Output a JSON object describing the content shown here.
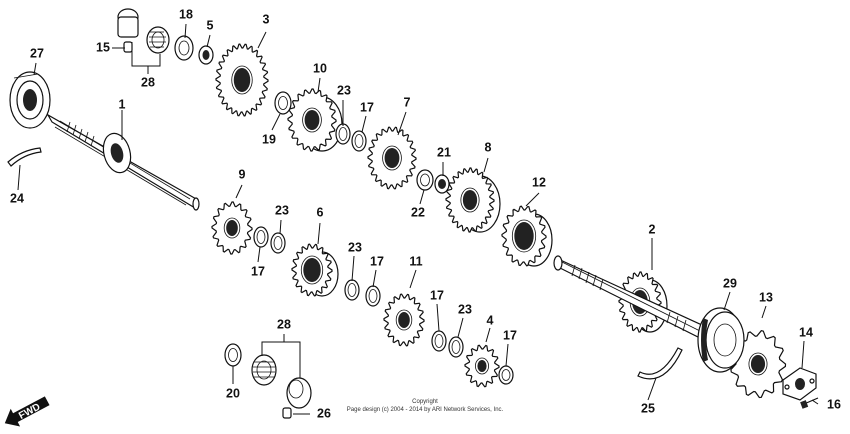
{
  "labels": {
    "p1": "1",
    "p2": "2",
    "p3": "3",
    "p4": "4",
    "p5": "5",
    "p6": "6",
    "p7": "7",
    "p8": "8",
    "p9": "9",
    "p10": "10",
    "p11": "11",
    "p12": "12",
    "p13": "13",
    "p14": "14",
    "p15": "15",
    "p16": "16",
    "p17a": "17",
    "p17b": "17",
    "p17c": "17",
    "p17d": "17",
    "p17e": "17",
    "p18": "18",
    "p19": "19",
    "p20": "20",
    "p21": "21",
    "p22": "22",
    "p23a": "23",
    "p23b": "23",
    "p23c": "23",
    "p23d": "23",
    "p24": "24",
    "p25": "25",
    "p26": "26",
    "p27": "27",
    "p28a": "28",
    "p28b": "28",
    "p29": "29"
  },
  "copyright": {
    "line1": "Copyright",
    "line2": "Page design (c) 2004 - 2014 by ARI Network Services, Inc."
  },
  "fwd": "FWD"
}
